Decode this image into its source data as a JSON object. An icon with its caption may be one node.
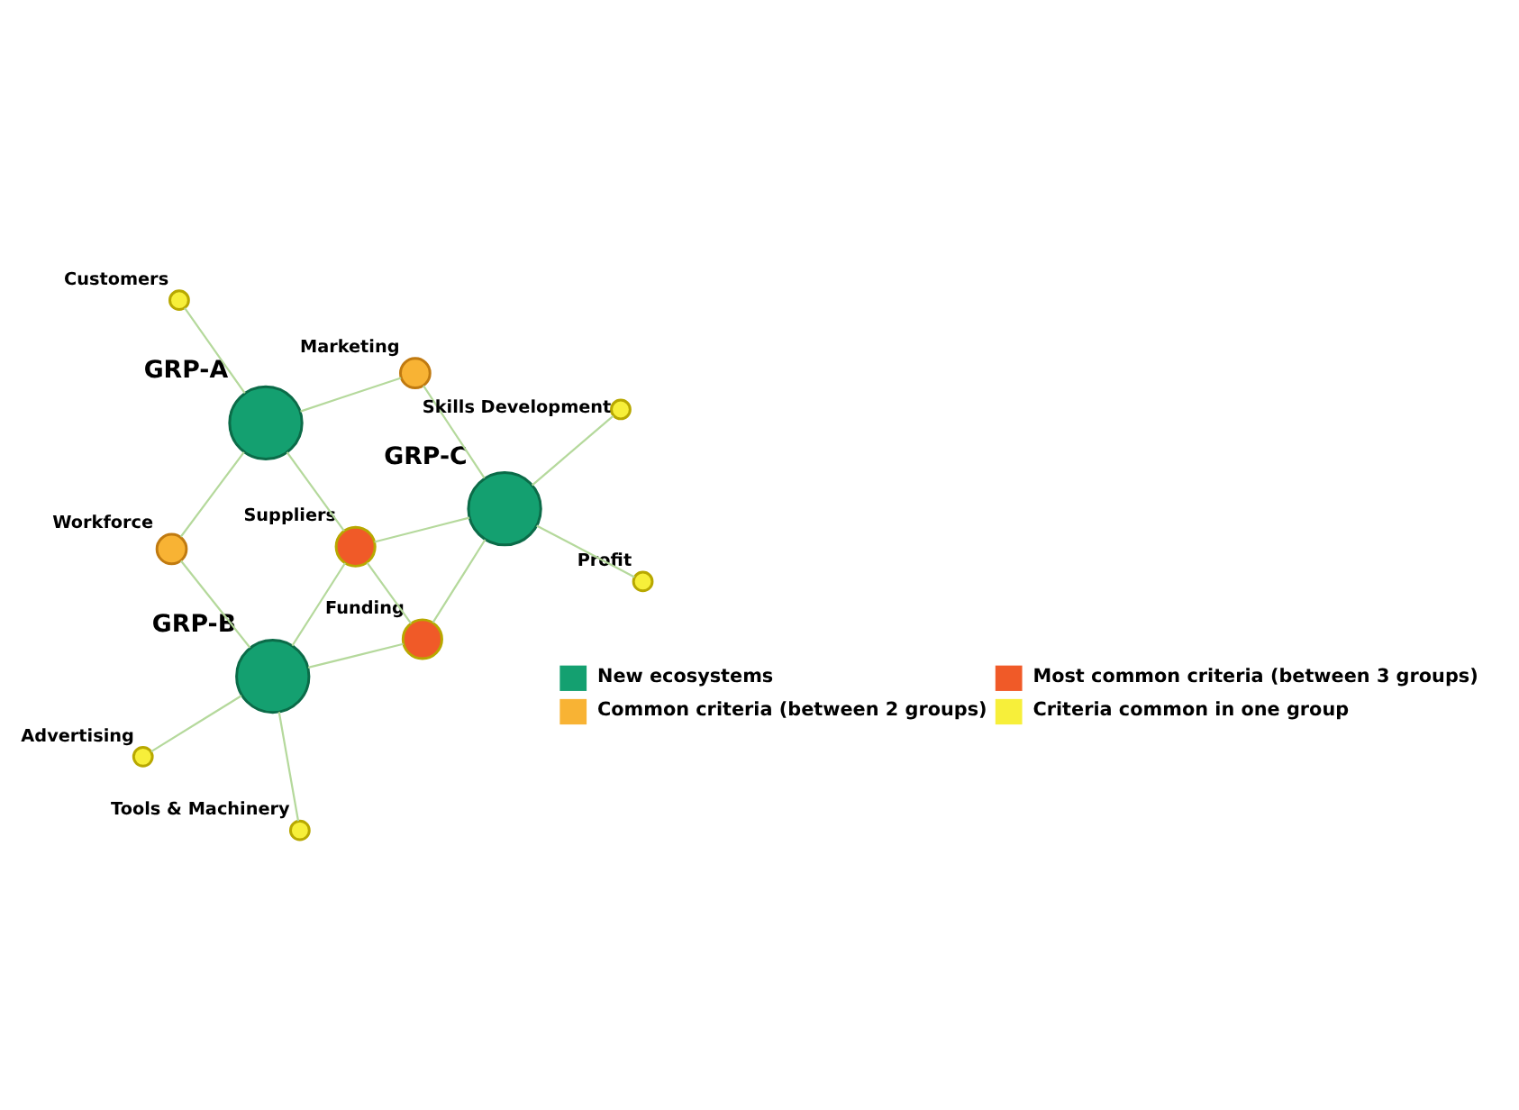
{
  "diagram": {
    "nodes": [
      {
        "text": [
          "GRP-A"
        ]
      },
      {
        "text": [
          "Customers"
        ]
      },
      {
        "text": [
          "Workforce"
        ]
      },
      {
        "text": [
          "Marketing"
        ]
      },
      {
        "text": [
          "Suppliers"
        ]
      },
      {
        "text": [
          "GRP-B"
        ]
      },
      {
        "text": [
          "Advertising"
        ]
      },
      {
        "text": [
          "GRP-C"
        ]
      },
      {
        "text": [
          "Funding"
        ]
      },
      {
        "text": [
          "Tools & Machinery"
        ]
      },
      {
        "text": [
          "Profit"
        ]
      },
      {
        "text": [
          "Skills Development"
        ]
      }
    ],
    "edges": [
      {
        "from": 0,
        "to": 1,
        "arrow": "none"
      },
      {
        "from": 0,
        "to": 2,
        "arrow": "none"
      },
      {
        "from": 0,
        "to": 3,
        "arrow": "none"
      },
      {
        "from": 0,
        "to": 4,
        "arrow": "none"
      },
      {
        "from": 2,
        "to": 5,
        "arrow": "none"
      },
      {
        "from": 5,
        "to": 6,
        "arrow": "none"
      },
      {
        "from": 4,
        "to": 5,
        "arrow": "none"
      },
      {
        "from": 4,
        "to": 8,
        "arrow": "none"
      },
      {
        "from": 4,
        "to": 7,
        "arrow": "none"
      },
      {
        "from": 3,
        "to": 7,
        "arrow": "none"
      },
      {
        "from": 5,
        "to": 8,
        "arrow": "none"
      },
      {
        "from": 5,
        "to": 9,
        "arrow": "none"
      },
      {
        "from": 7,
        "to": 8,
        "arrow": "none"
      },
      {
        "from": 7,
        "to": 10,
        "arrow": "none"
      },
      {
        "from": 7,
        "to": 11,
        "arrow": "none"
      }
    ],
    "legend": [
      {
        "text": "New ecosystems",
        "color": "#14a070"
      },
      {
        "text": "Most common criteria (between 3 groups)",
        "color": "#f05a28"
      },
      {
        "text": "Common criteria (between 2 groups)",
        "color": "#f8b334"
      },
      {
        "text": "Criteria common in one group",
        "color": "#f7ef3a"
      }
    ]
  }
}
